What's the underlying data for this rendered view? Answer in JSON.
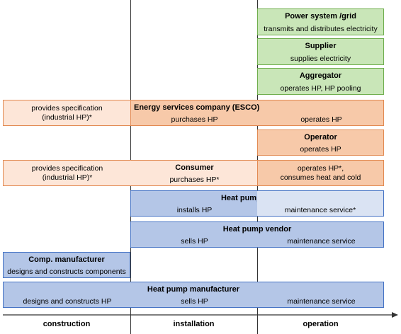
{
  "power_grid": {
    "title": "Power system /grid",
    "desc": "transmits and distributes electricity"
  },
  "supplier": {
    "title": "Supplier",
    "desc": "supplies electricity"
  },
  "aggregator": {
    "title": "Aggregator",
    "desc": "operates HP, HP pooling"
  },
  "esco": {
    "title": "Energy services company (ESCO)",
    "spec": "provides specification\n(industrial HP)*",
    "purchases": "purchases HP",
    "operates": "operates HP"
  },
  "operator": {
    "title": "Operator",
    "desc": "operates HP"
  },
  "consumer": {
    "title": "Consumer",
    "spec": "provides specification\n(industrial HP)*",
    "purchases": "purchases HP*",
    "operates": "operates HP*,\nconsumes heat and cold"
  },
  "installer": {
    "title": "Heat pump installer",
    "installs": "installs HP",
    "maintenance": "maintenance service*"
  },
  "vendor": {
    "title": "Heat pump vendor",
    "sells": "sells HP",
    "maintenance": "maintenance service"
  },
  "comp_manufacturer": {
    "title": "Comp. manufacturer",
    "desc": "designs and constructs components"
  },
  "hp_manufacturer": {
    "title": "Heat pump manufacturer",
    "designs": "designs and constructs HP",
    "sells": "sells HP",
    "maintenance": "maintenance service"
  },
  "phases": {
    "construction": "construction",
    "installation": "installation",
    "operation": "operation"
  },
  "colors": {
    "green": "#c9e6b8",
    "orange": "#f7c9a9",
    "orange_light": "#fde6d8",
    "blue": "#b4c6e7",
    "blue_light": "#dae3f3"
  }
}
